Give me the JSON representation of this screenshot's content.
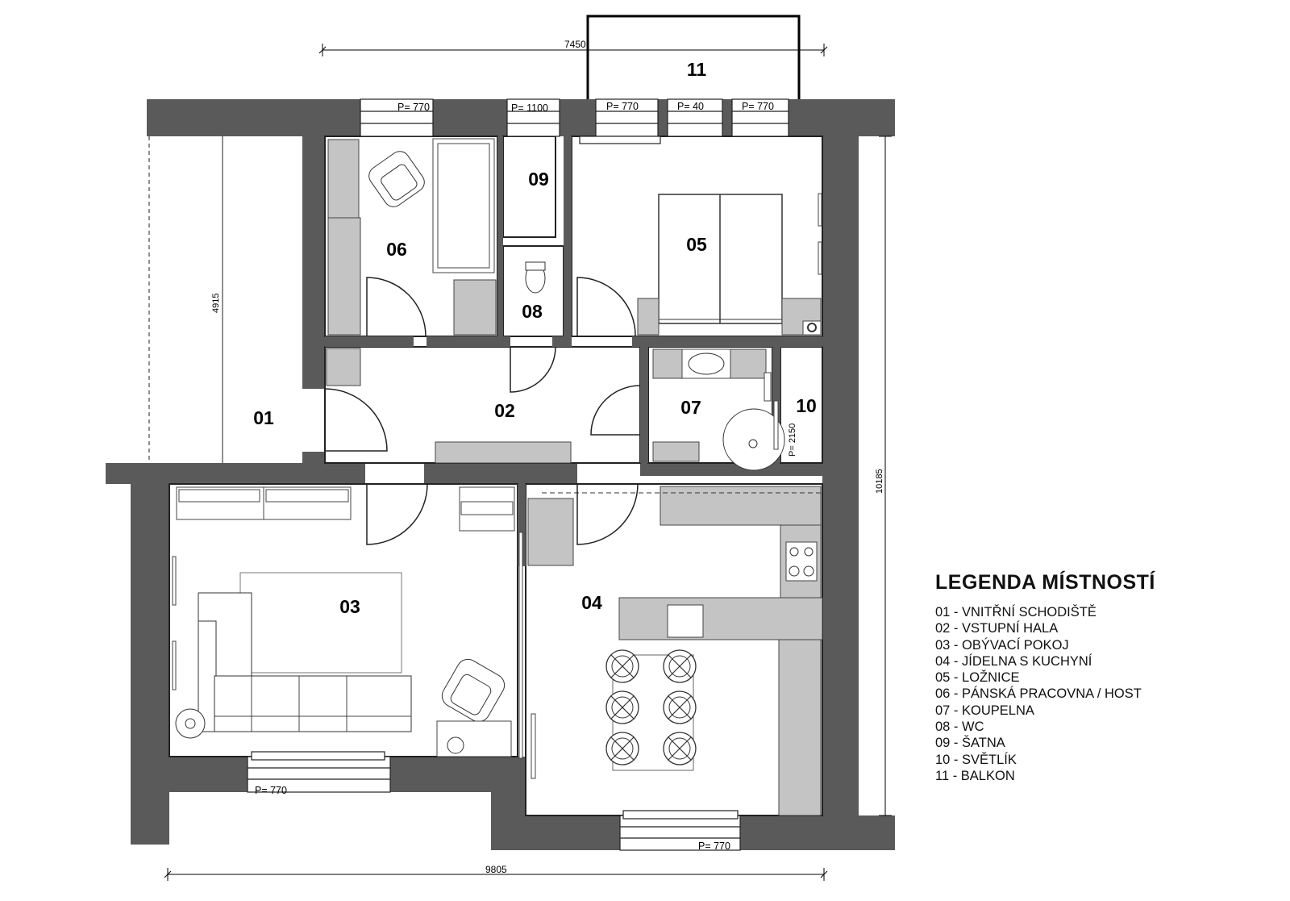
{
  "rooms": {
    "r01": "01",
    "r02": "02",
    "r03": "03",
    "r04": "04",
    "r05": "05",
    "r06": "06",
    "r07": "07",
    "r08": "08",
    "r09": "09",
    "r10": "10",
    "r11": "11"
  },
  "dimensions": {
    "top": "7450",
    "bottom": "9805",
    "left": "4915",
    "right": "10185",
    "skylight": "P= 2150"
  },
  "windows": {
    "w1": "P= 770",
    "w2": "P= 1100",
    "w3": "P= 770",
    "w4": "P= 40",
    "w5": "P= 770",
    "w6": "P= 770",
    "w7": "P= 770"
  },
  "legend": {
    "title": "LEGENDA MÍSTNOSTÍ",
    "items": [
      "01 - VNITŘNÍ SCHODIŠTĚ",
      "02 - VSTUPNÍ HALA",
      "03 - OBÝVACÍ POKOJ",
      "04 - JÍDELNA S KUCHYNÍ",
      "05 - LOŽNICE",
      "06 - PÁNSKÁ PRACOVNA / HOST",
      "07 - KOUPELNA",
      "08 - WC",
      "09 - ŠATNA",
      "10 - SVĚTLÍK",
      "11 - BALKON"
    ]
  },
  "colors": {
    "wall": "#5a5a5a",
    "furniture": "#c4c4c4",
    "line": "#222222"
  }
}
